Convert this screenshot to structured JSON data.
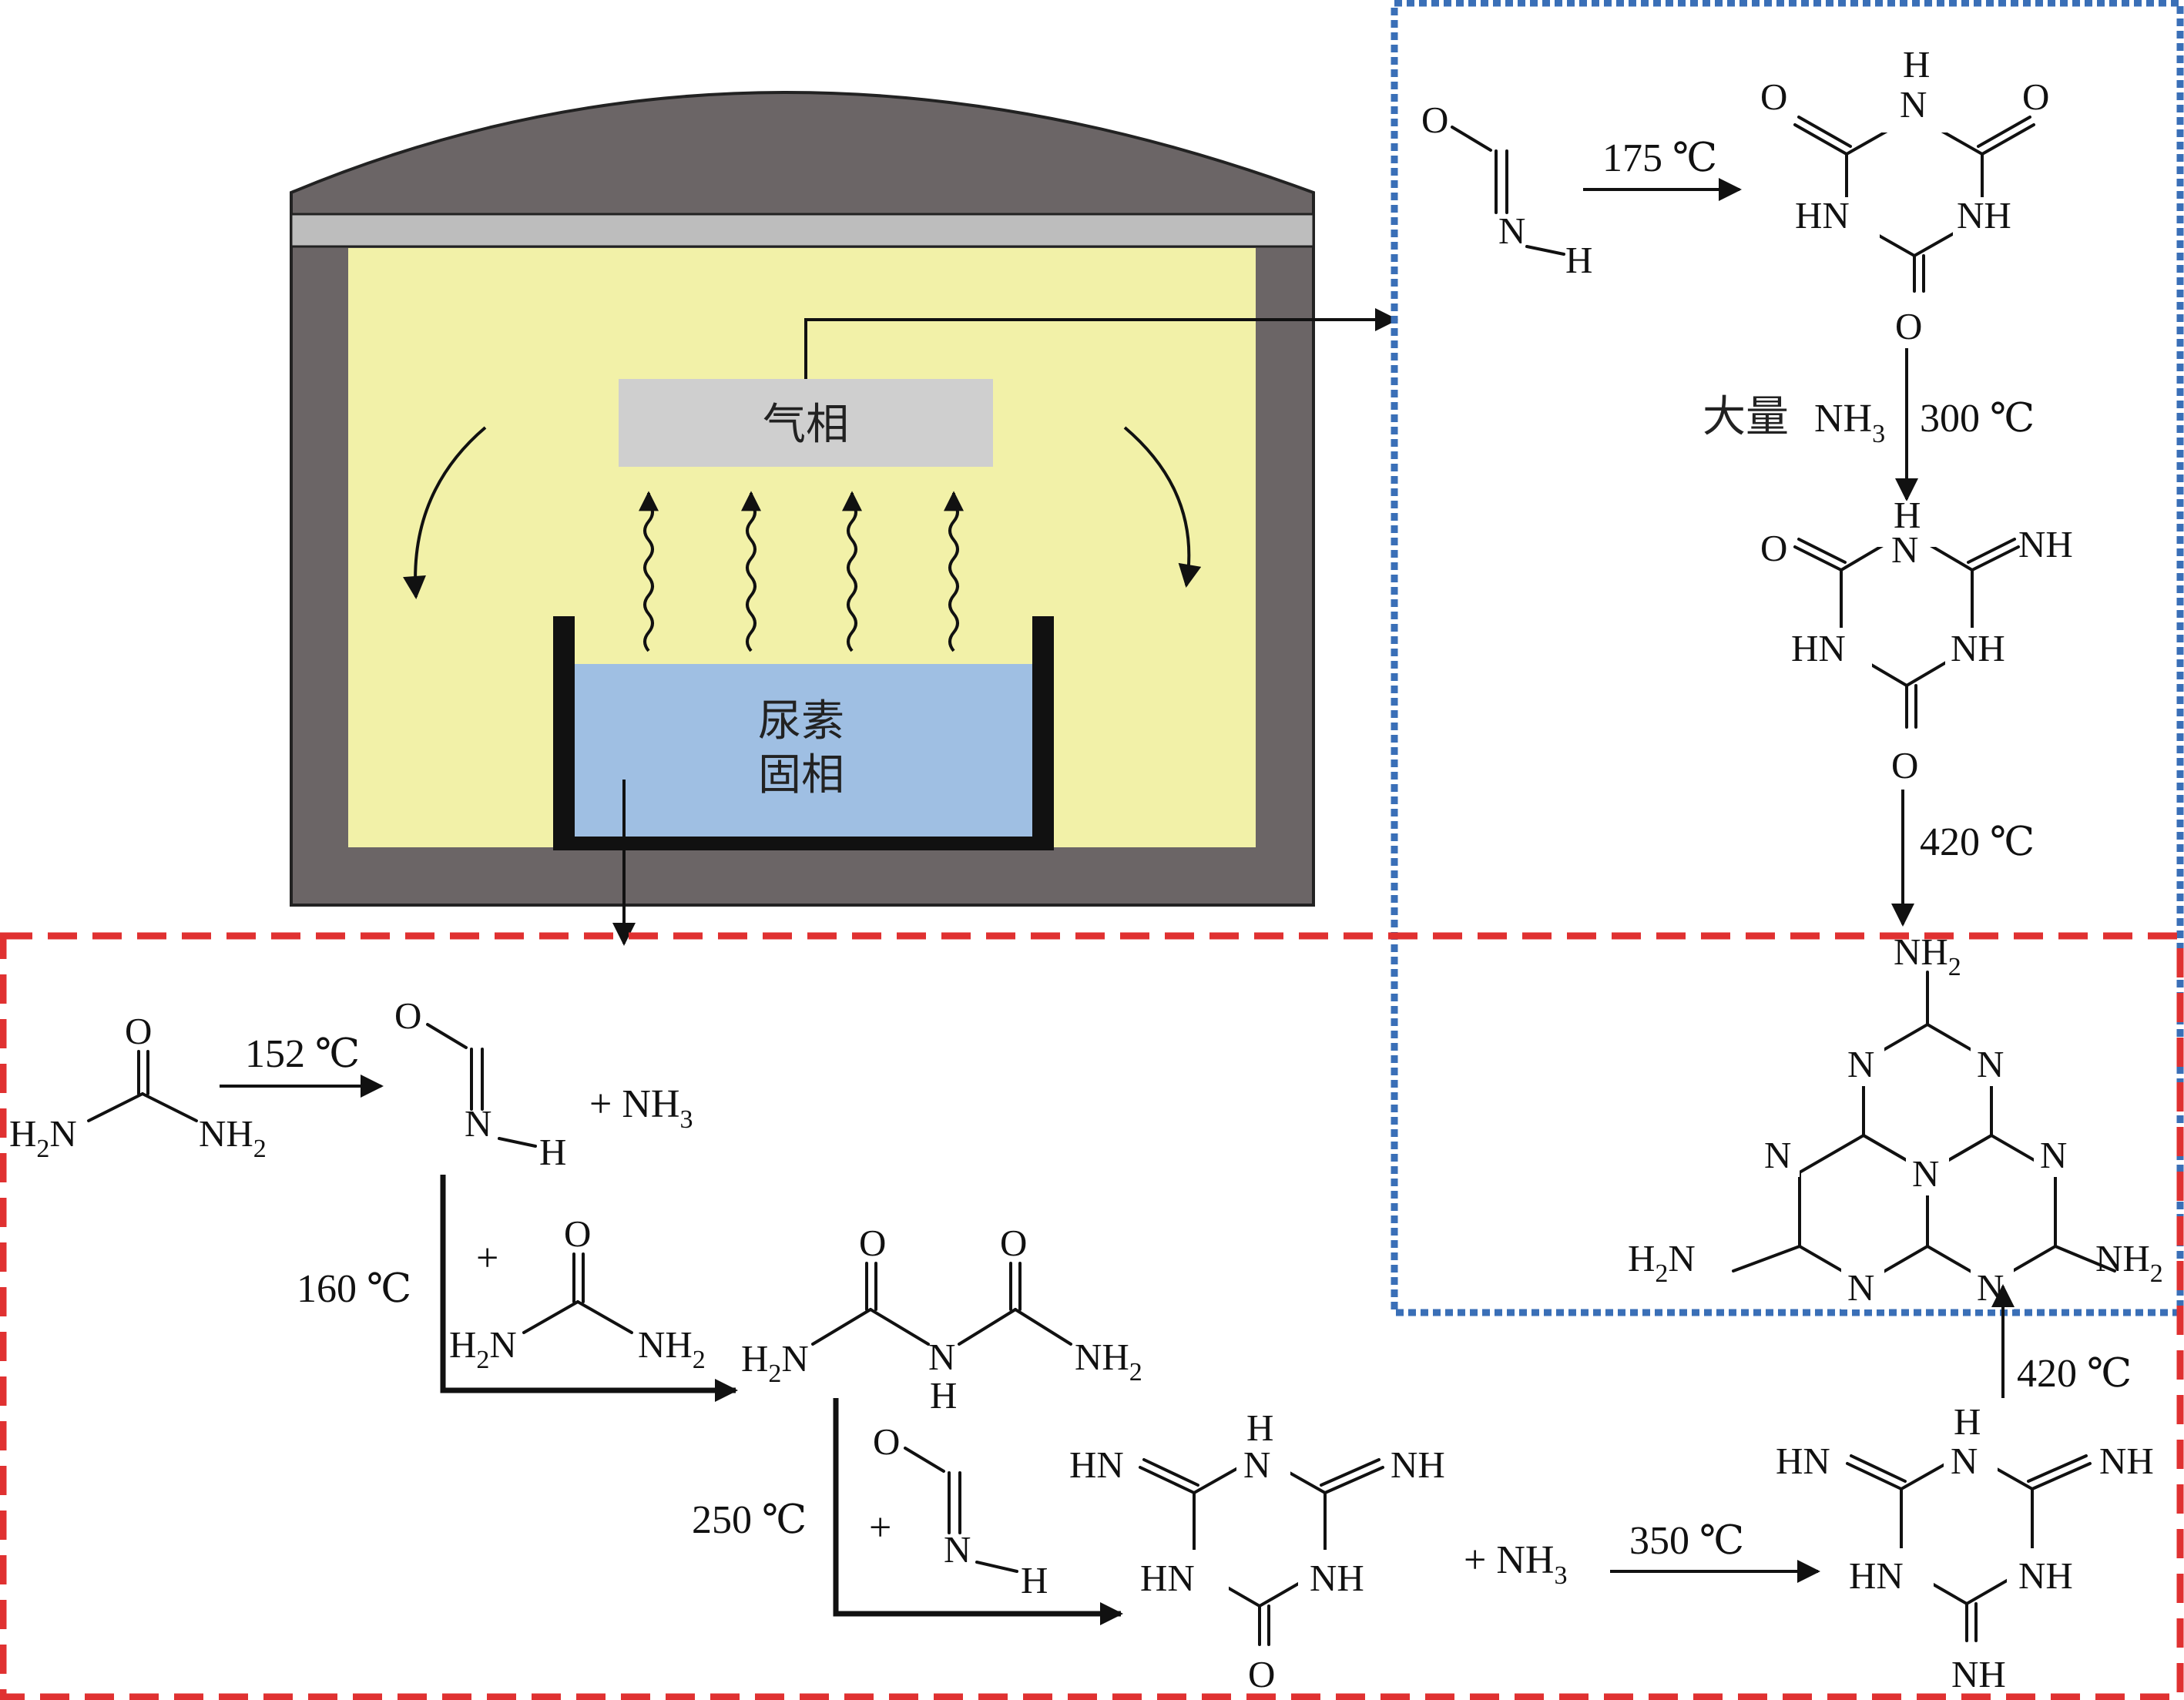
{
  "furnace": {
    "gas_phase_label": "气相",
    "solid_phase_label_line1": "尿素",
    "solid_phase_label_line2": "固相",
    "colors": {
      "shell": "#6b6566",
      "lid_band": "#bdbdbd",
      "chamber": "#f2f1a8",
      "gas_box": "#cfcfcf",
      "solid": "#9fbfe3",
      "crucible": "#111111"
    }
  },
  "regions": {
    "gas_phase_frame_color": "#3a6fb7",
    "solid_phase_frame_color": "#e03131"
  },
  "gas_pathway": {
    "step1_condition": "175 ℃",
    "step2_reagent": "大量",
    "step2_reagent_species": "NH",
    "step2_reagent_sub": "3",
    "step2_condition": "300 ℃",
    "step3_condition": "420 ℃"
  },
  "solid_pathway": {
    "step1_condition": "152 ℃",
    "step1_byproduct": "+ NH",
    "step1_byproduct_sub": "3",
    "step2_condition": "160 ℃",
    "step2_plus": "+",
    "step3_condition": "250 ℃",
    "step3_plus": "+",
    "step4_reactant_extra": "+  NH",
    "step4_reactant_extra_sub": "3",
    "step4_condition": "350 ℃",
    "step5_condition": "420 ℃"
  },
  "atoms": {
    "O": "O",
    "N": "N",
    "H": "H",
    "NH": "NH",
    "HN": "HN",
    "NH2": "NH",
    "H2N": "N",
    "H2N_H": "H",
    "sub2": "2"
  }
}
